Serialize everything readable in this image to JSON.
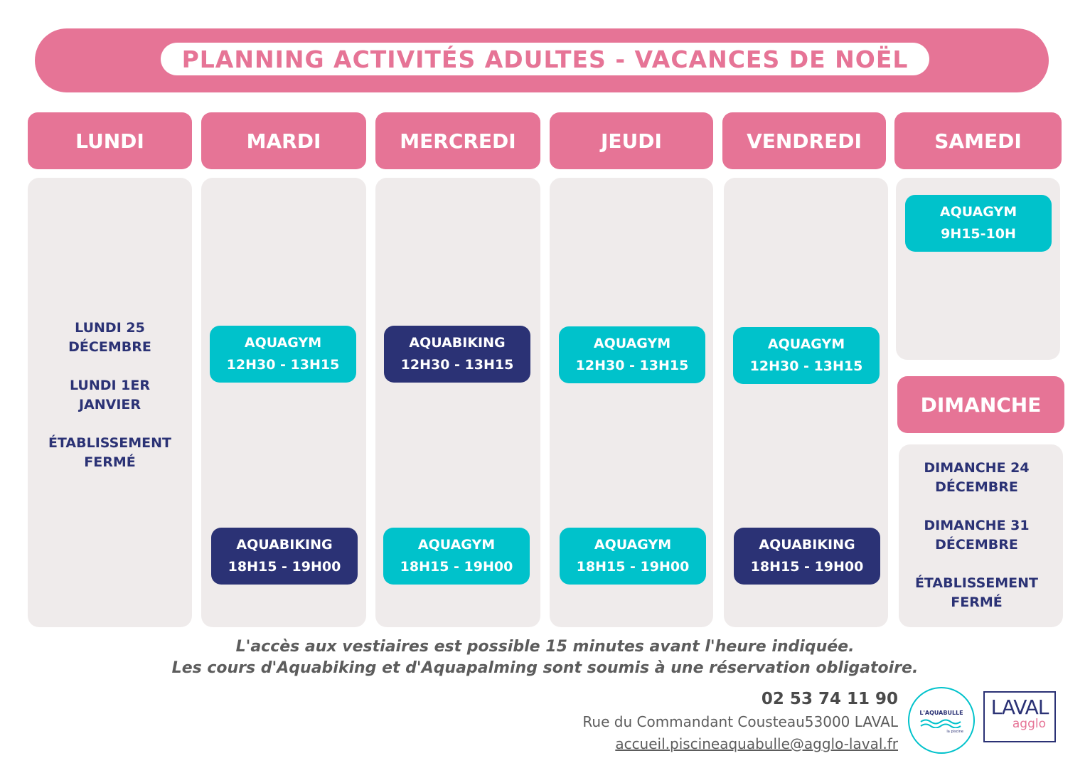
{
  "title": "PLANNING ACTIVITÉS ADULTES - VACANCES DE NOËL",
  "days": {
    "lundi": "LUNDI",
    "mardi": "MARDI",
    "mercredi": "MERCREDI",
    "jeudi": "JEUDI",
    "vendredi": "VENDREDI",
    "samedi": "SAMEDI",
    "dimanche": "DIMANCHE"
  },
  "lundi_notes": [
    "LUNDI 25",
    "DÉCEMBRE",
    "LUNDI 1ER",
    "JANVIER",
    "ÉTABLISSEMENT",
    "FERMÉ"
  ],
  "dimanche_notes": [
    "DIMANCHE 24",
    "DÉCEMBRE",
    "DIMANCHE 31",
    "DÉCEMBRE",
    "ÉTABLISSEMENT",
    "FERMÉ"
  ],
  "slots": {
    "mardi_midi": {
      "activity": "AQUAGYM",
      "time": "12H30 - 13H15"
    },
    "mardi_soir": {
      "activity": "AQUABIKING",
      "time": "18H15 - 19H00"
    },
    "mercredi_midi": {
      "activity": "AQUABIKING",
      "time": "12H30 - 13H15"
    },
    "mercredi_soir": {
      "activity": "AQUAGYM",
      "time": "18H15 - 19H00"
    },
    "jeudi_midi": {
      "activity": "AQUAGYM",
      "time": "12H30 - 13H15"
    },
    "jeudi_soir": {
      "activity": "AQUAGYM",
      "time": "18H15 - 19H00"
    },
    "vendredi_midi": {
      "activity": "AQUAGYM",
      "time": "12H30 - 13H15"
    },
    "vendredi_soir": {
      "activity": "AQUABIKING",
      "time": "18H15 - 19H00"
    },
    "samedi_matin": {
      "activity": "AQUAGYM",
      "time": "9H15-10H"
    }
  },
  "footer": {
    "line1": "L'accès aux vestiaires est possible 15 minutes avant l'heure indiquée.",
    "line2": "Les cours d'Aquabiking et d'Aquapalming sont soumis à une réservation obligatoire."
  },
  "contact": {
    "phone": "02 53 74 11 90",
    "address": "Rue du Commandant Cousteau53000 LAVAL",
    "email": "accueil.piscineaquabulle@agglo-laval.fr"
  },
  "logos": {
    "aquabulle": "L'AQUABULLE",
    "aquabulle_tag": "la piscine",
    "laval": "LAVAL",
    "agglo": "agglo"
  },
  "colors": {
    "pink": "#e67496",
    "teal": "#00c2cb",
    "navy": "#2b3275",
    "panel": "#efebeb"
  }
}
